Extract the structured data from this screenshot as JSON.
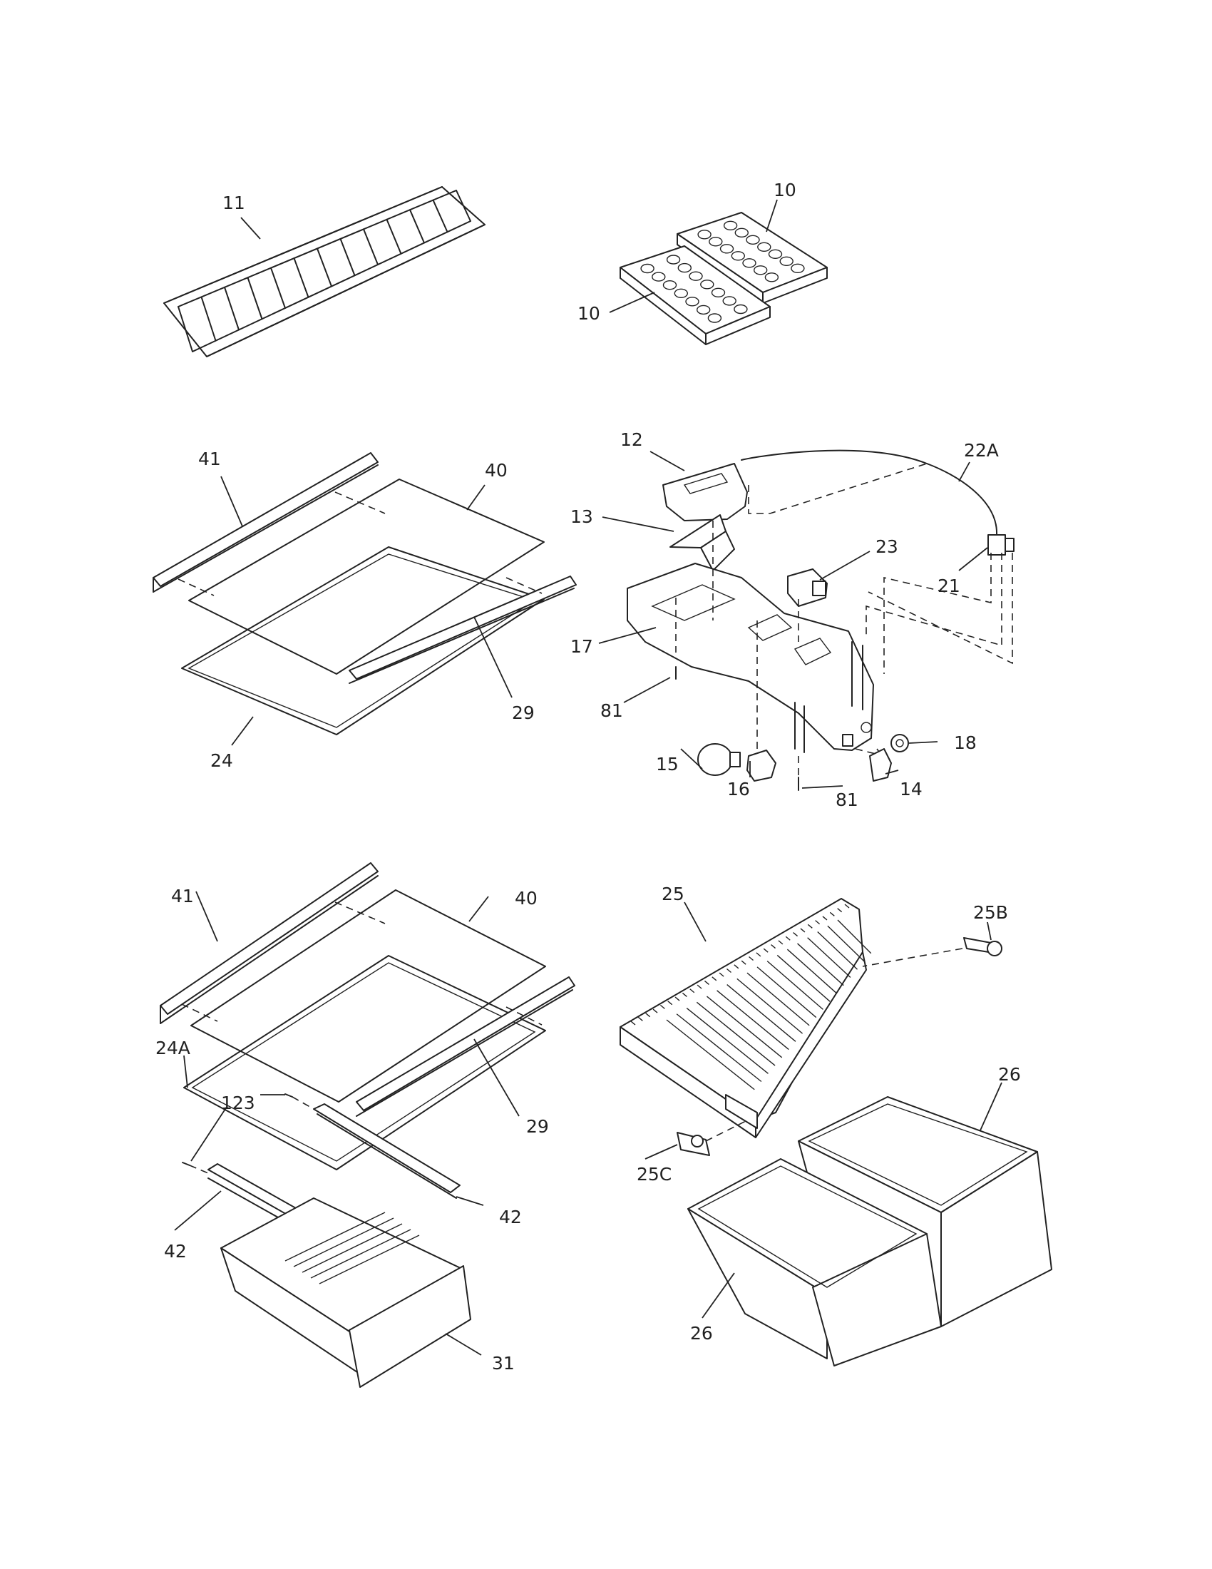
{
  "diagram": {
    "callouts": {
      "c11": "11",
      "c10a": "10",
      "c10b": "10",
      "c41a": "41",
      "c40a": "40",
      "c29a": "29",
      "c24": "24",
      "c12": "12",
      "c13": "13",
      "c22a": "22A",
      "c23": "23",
      "c21": "21",
      "c17": "17",
      "c81a": "81",
      "c15": "15",
      "c16": "16",
      "c81b": "81",
      "c14": "14",
      "c18": "18",
      "c41b": "41",
      "c40b": "40",
      "c24a": "24A",
      "c123": "123",
      "c29b": "29",
      "c42a": "42",
      "c42b": "42",
      "c31": "31",
      "c25": "25",
      "c25b": "25B",
      "c25c": "25C",
      "c26a": "26",
      "c26b": "26"
    }
  }
}
